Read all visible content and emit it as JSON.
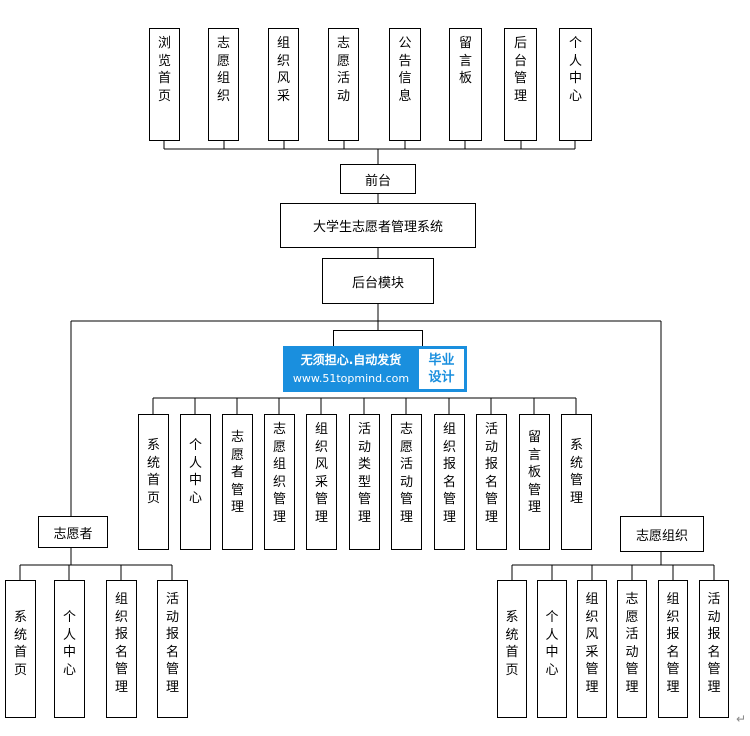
{
  "diagram": {
    "frontend_modules": [
      "浏览首页",
      "志愿组织",
      "组织风采",
      "志愿活动",
      "公告信息",
      "留言板",
      "后台管理",
      "个人中心"
    ],
    "frontend_label": "前台",
    "system_title": "大学生志愿者管理系统",
    "backend_label": "后台模块",
    "backend_modules": [
      "系统首页",
      "个人中心",
      "志愿者管理",
      "志愿组织管理",
      "组织风采管理",
      "活动类型管理",
      "志愿活动管理",
      "组织报名管理",
      "活动报名管理",
      "留言板管理",
      "系统管理"
    ],
    "volunteer_label": "志愿者",
    "volunteer_modules": [
      "系统首页",
      "个人中心",
      "组织报名管理",
      "活动报名管理"
    ],
    "org_label": "志愿组织",
    "org_modules": [
      "系统首页",
      "个人中心",
      "组织风采管理",
      "志愿活动管理",
      "组织报名管理",
      "活动报名管理"
    ]
  },
  "watermark": {
    "line1": "无须担心.自动发货",
    "line2": "www.51topmind.com",
    "badge_line1": "毕业",
    "badge_line2": "设计"
  },
  "return_mark": "↵"
}
